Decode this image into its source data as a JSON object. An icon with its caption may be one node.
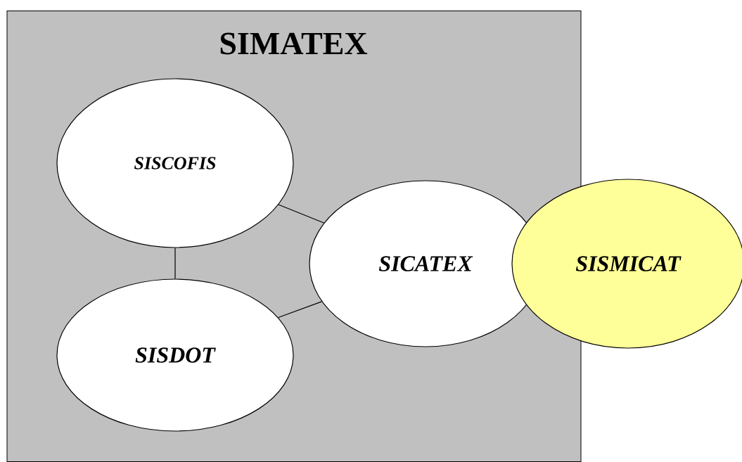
{
  "diagram": {
    "nodes": [
      {
        "text": [
          "SIMATEX"
        ]
      },
      {
        "text": [
          "SISCOFIS"
        ],
        "in": 0
      },
      {
        "text": [
          "SICATEX"
        ],
        "in": 0
      },
      {
        "text": [
          "SISDOT"
        ],
        "in": 0
      },
      {
        "text": [
          "SISMICAT"
        ]
      }
    ],
    "edges": [
      {
        "from": 1,
        "to": 2,
        "arrow": "none"
      },
      {
        "from": 1,
        "to": 3,
        "arrow": "none"
      },
      {
        "from": 3,
        "to": 2,
        "arrow": "none"
      }
    ]
  }
}
